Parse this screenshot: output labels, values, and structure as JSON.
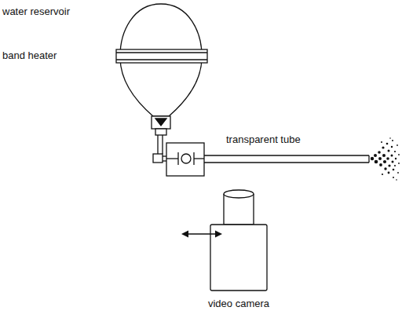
{
  "diagram": {
    "labels": [
      "water reservoir",
      "band heater",
      "transparent tube",
      "video camera"
    ]
  }
}
